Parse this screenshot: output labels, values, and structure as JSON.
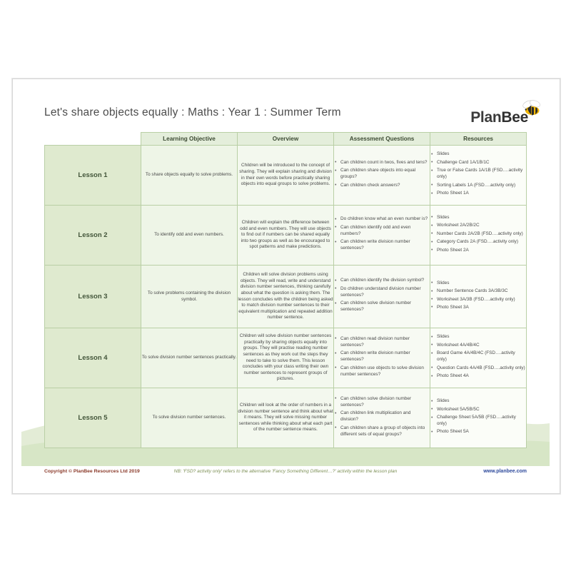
{
  "header": {
    "title": "Let's share objects equally : Maths : Year 1 : Summer Term",
    "logo_plan": "Plan",
    "logo_bee": "Bee",
    "bee_icon": "bee-icon"
  },
  "table": {
    "columns": [
      "",
      "Learning Objective",
      "Overview",
      "Assessment Questions",
      "Resources"
    ],
    "rows": [
      {
        "lesson": "Lesson 1",
        "objective": "To share objects equally to solve problems.",
        "overview": "Children will be introduced to the concept of sharing. They will explain sharing and division in their own words before practically sharing objects into equal groups to solve problems.",
        "assessment": [
          "Can children count in twos, fives and tens?",
          "Can children share objects into equal groups?",
          "Can children check answers?"
        ],
        "resources": [
          "Slides",
          "Challenge Card 1A/1B/1C",
          "True or False Cards 1A/1B (FSD….activity only)",
          "Sorting Labels 1A (FSD….activity only)",
          "Photo Sheet 1A"
        ]
      },
      {
        "lesson": "Lesson 2",
        "objective": "To identify odd and even numbers.",
        "overview": "Children will explain the difference between odd and even numbers. They will use objects to find out if numbers can be shared equally into two groups as well as be encouraged to spot patterns and make predictions.",
        "assessment": [
          "Do children know what an even number is?",
          "Can children identify odd and even numbers?",
          "Can children write division number sentences?"
        ],
        "resources": [
          "Slides",
          "Worksheet 2A/2B/2C",
          "Number Cards 2A/2B (FSD….activity only)",
          "Category Cards 2A (FSD….activity only)",
          "Photo Sheet 2A"
        ]
      },
      {
        "lesson": "Lesson 3",
        "objective": "To solve problems containing the division symbol.",
        "overview": "Children will solve division problems using objects. They will read, write and understand division number sentences, thinking carefully about what the question is asking them. The lesson concludes with the children being asked to match division number sentences to their equivalent multiplication and repeated addition number sentence.",
        "assessment": [
          "Can children identify the division symbol?",
          "Do children understand division number sentences?",
          "Can children solve division number sentences?"
        ],
        "resources": [
          "Slides",
          "Number Sentence Cards 3A/3B/3C",
          "Worksheet 3A/3B (FSD….activity only)",
          "Photo Sheet 3A"
        ]
      },
      {
        "lesson": "Lesson 4",
        "objective": "To solve division number sentences practically.",
        "overview": "Children will solve division number sentences practically by sharing objects equally into groups. They will practise reading number sentences as they work out the steps they need to take to solve them. This lesson concludes with your class writing their own number sentences to represent groups of pictures.",
        "assessment": [
          "Can children read division number sentences?",
          "Can children write division number sentences?",
          "Can children use objects to solve division number sentences?"
        ],
        "resources": [
          "Slides",
          "Worksheet 4A/4B/4C",
          "Board Game 4A/4B/4C (FSD….activity only)",
          "Question Cards 4A/4B (FSD….activity only)",
          "Photo Sheet 4A"
        ]
      },
      {
        "lesson": "Lesson 5",
        "objective": "To solve division number sentences.",
        "overview": "Children will look at the order of numbers in a division number sentence and think about what it means. They will solve missing number sentences while thinking about what each part of the number sentence means.",
        "assessment": [
          "Can children solve division number sentences?",
          "Can children link multiplication and division?",
          "Can children share a group of objects into different sets of equal groups?"
        ],
        "resources": [
          "Slides",
          "Worksheet 5A/5B/5C",
          "Challenge Sheet 5A/5B (FSD….activity only)",
          "Photo Sheet 5A"
        ]
      }
    ]
  },
  "footer": {
    "copyright": "Copyright © PlanBee Resources Ltd 2019",
    "note": "NB: 'FSD?  activity only' refers to the alternative 'Fancy Something Different…?' activity within the lesson plan",
    "url": "www.planbee.com"
  },
  "colors": {
    "header_row": "#e4eedb",
    "lesson_cell": "#dfeacf",
    "border": "#b9cfa5",
    "copyright": "#8a3a2a",
    "note": "#7c8f55",
    "url": "#2e4a9c"
  }
}
